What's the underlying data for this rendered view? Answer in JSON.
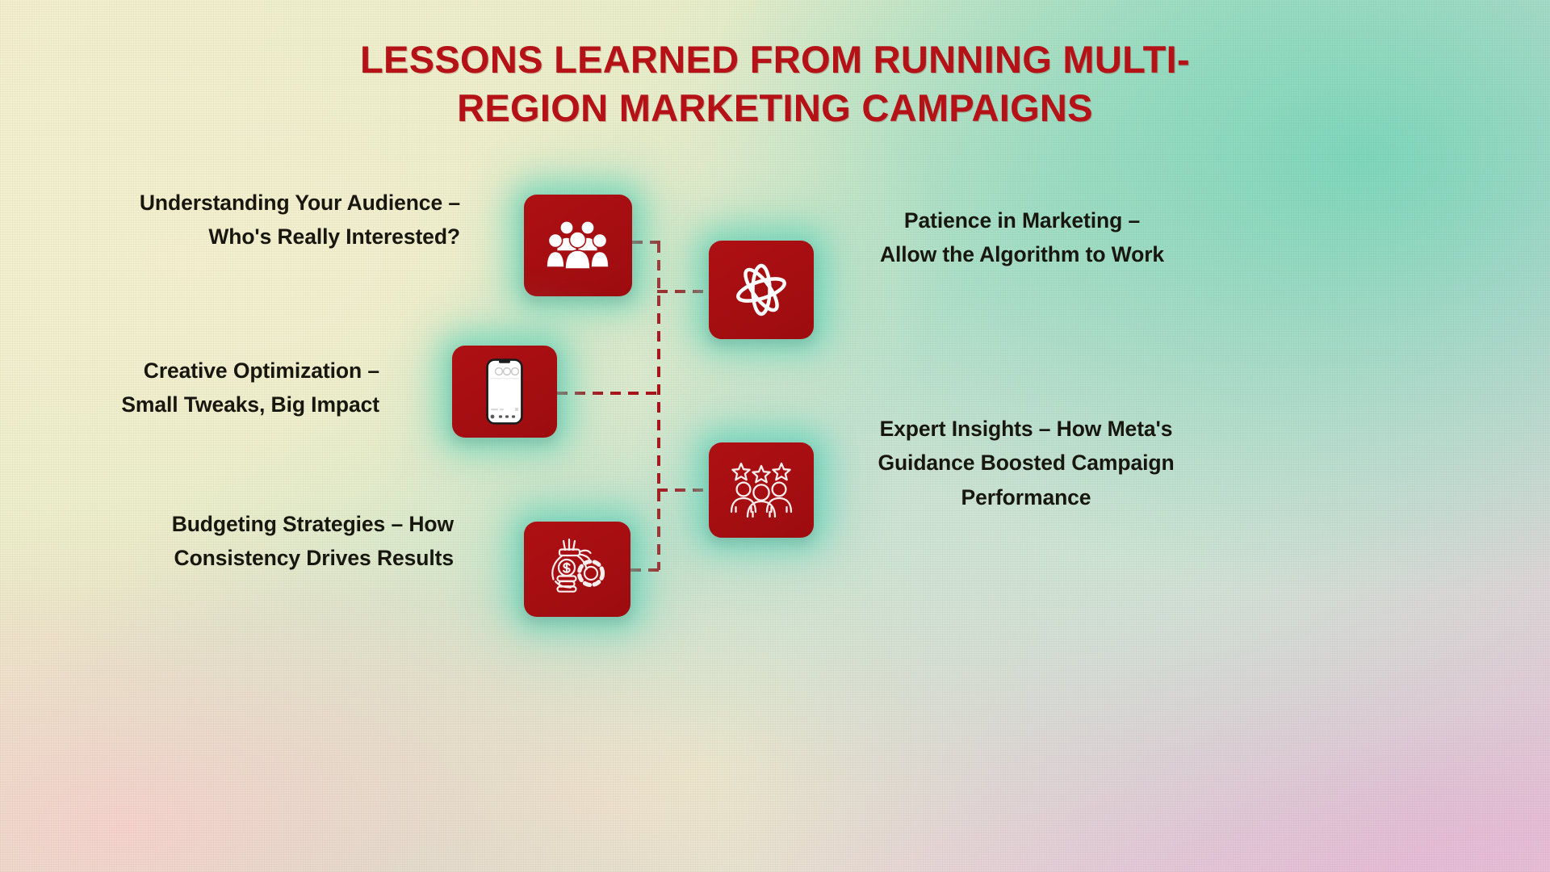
{
  "title": "LESSONS LEARNED FROM RUNNING MULTI-\nREGION MARKETING CAMPAIGNS",
  "colors": {
    "title_red": "#b51217",
    "card_red": "#a60f12",
    "connector_red": "#a9131a",
    "label_text": "#17160f",
    "glow_teal": "#50cdb4",
    "bg_mint": "#7fd8bb",
    "bg_cream": "#f4f0cf",
    "bg_pink": "#e6b9d6"
  },
  "nodes": [
    {
      "id": "audience",
      "icon": "people-group-icon",
      "label": "Understanding Your Audience –\nWho's Really Interested?",
      "side": "left"
    },
    {
      "id": "patience",
      "icon": "atom-icon",
      "label": "Patience in Marketing –\nAllow the Algorithm to Work",
      "side": "right"
    },
    {
      "id": "creative",
      "icon": "mobile-phone-icon",
      "label": "Creative Optimization –\nSmall Tweaks, Big Impact",
      "side": "left"
    },
    {
      "id": "expert",
      "icon": "star-rated-people-icon",
      "label": "Expert Insights – How Meta's\nGuidance Boosted Campaign\nPerformance",
      "side": "right"
    },
    {
      "id": "budget",
      "icon": "money-bag-gear-icon",
      "label": "Budgeting Strategies – How\nConsistency Drives Results",
      "side": "left"
    }
  ]
}
